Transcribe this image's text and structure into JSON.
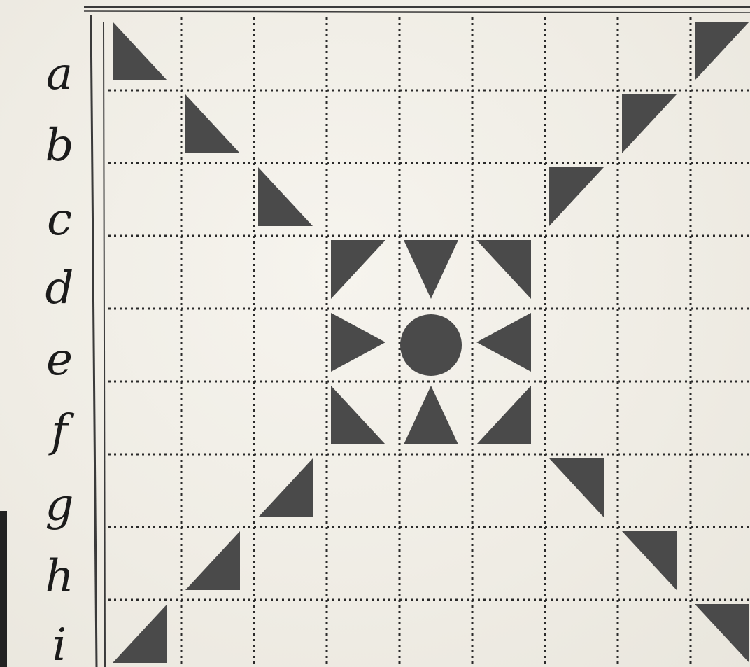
{
  "rows": [
    {
      "label": "a"
    },
    {
      "label": "b"
    },
    {
      "label": "c"
    },
    {
      "label": "d"
    },
    {
      "label": "e"
    },
    {
      "label": "f"
    },
    {
      "label": "g"
    },
    {
      "label": "h"
    },
    {
      "label": "i"
    }
  ],
  "grid": {
    "rows": 9,
    "cols": 9
  },
  "colors": {
    "shape": "#4a4a4a",
    "grid_line": "#2a2a2a",
    "frame": "#3a3a3a"
  },
  "pieces": [
    {
      "row": 0,
      "col": 0,
      "kind": "triangle",
      "right_angle": "bottom-left"
    },
    {
      "row": 0,
      "col": 8,
      "kind": "triangle",
      "right_angle": "top-left"
    },
    {
      "row": 1,
      "col": 1,
      "kind": "triangle",
      "right_angle": "bottom-left"
    },
    {
      "row": 1,
      "col": 7,
      "kind": "triangle",
      "right_angle": "top-left"
    },
    {
      "row": 2,
      "col": 2,
      "kind": "triangle",
      "right_angle": "bottom-left"
    },
    {
      "row": 2,
      "col": 6,
      "kind": "triangle",
      "right_angle": "top-left"
    },
    {
      "row": 3,
      "col": 3,
      "kind": "triangle",
      "right_angle": "top-left"
    },
    {
      "row": 3,
      "col": 4,
      "kind": "triangle",
      "right_angle": "apex-down"
    },
    {
      "row": 3,
      "col": 5,
      "kind": "triangle",
      "right_angle": "top-right"
    },
    {
      "row": 4,
      "col": 3,
      "kind": "triangle",
      "right_angle": "apex-right"
    },
    {
      "row": 4,
      "col": 4,
      "kind": "circle"
    },
    {
      "row": 4,
      "col": 5,
      "kind": "triangle",
      "right_angle": "apex-left"
    },
    {
      "row": 5,
      "col": 3,
      "kind": "triangle",
      "right_angle": "bottom-left"
    },
    {
      "row": 5,
      "col": 4,
      "kind": "triangle",
      "right_angle": "apex-up"
    },
    {
      "row": 5,
      "col": 5,
      "kind": "triangle",
      "right_angle": "bottom-right"
    },
    {
      "row": 6,
      "col": 2,
      "kind": "triangle",
      "right_angle": "bottom-right"
    },
    {
      "row": 6,
      "col": 6,
      "kind": "triangle",
      "right_angle": "top-right"
    },
    {
      "row": 7,
      "col": 1,
      "kind": "triangle",
      "right_angle": "bottom-right"
    },
    {
      "row": 7,
      "col": 7,
      "kind": "triangle",
      "right_angle": "top-right"
    },
    {
      "row": 8,
      "col": 0,
      "kind": "triangle",
      "right_angle": "bottom-right"
    },
    {
      "row": 8,
      "col": 8,
      "kind": "triangle",
      "right_angle": "top-right"
    }
  ]
}
